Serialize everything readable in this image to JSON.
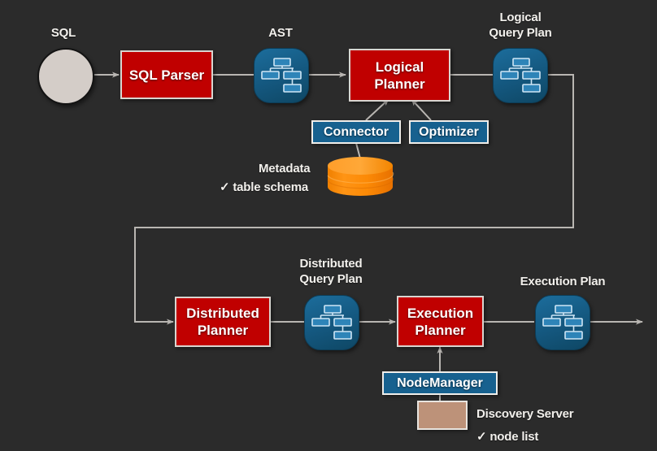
{
  "diagram": {
    "title": "Presto Query Planning Pipeline",
    "background_color": "#2b2b2b",
    "colors": {
      "red_box": "#c00000",
      "blue_box": "#17618f",
      "plan_icon": "#14577e",
      "sql_circle": "#d4cdc8",
      "metadata_cylinder": "#ff8c00",
      "discovery_box": "#bd9279",
      "wire": "#b9b6b2",
      "text": "#f2f0ec"
    }
  },
  "labels": {
    "sql": "SQL",
    "ast": "AST",
    "logical_query_plan": "Logical\nQuery Plan",
    "metadata": "Metadata",
    "metadata_bullet": "✓ table schema",
    "distributed_query_plan": "Distributed\nQuery Plan",
    "execution_plan": "Execution Plan",
    "discovery_server": "Discovery Server",
    "discovery_bullet": "✓ node list"
  },
  "nodes": {
    "sql_parser": "SQL Parser",
    "logical_planner": "Logical\nPlanner",
    "connector": "Connector",
    "optimizer": "Optimizer",
    "distributed_planner": "Distributed\nPlanner",
    "execution_planner": "Execution\nPlanner",
    "node_manager": "NodeManager"
  },
  "icons": {
    "sql_source": "circle-icon",
    "ast_plan": "plan-tree-icon",
    "logical_plan": "plan-tree-icon",
    "distributed_plan": "plan-tree-icon",
    "execution_plan": "plan-tree-icon",
    "metadata_store": "database-cylinder-icon",
    "discovery_store": "server-box-icon"
  }
}
